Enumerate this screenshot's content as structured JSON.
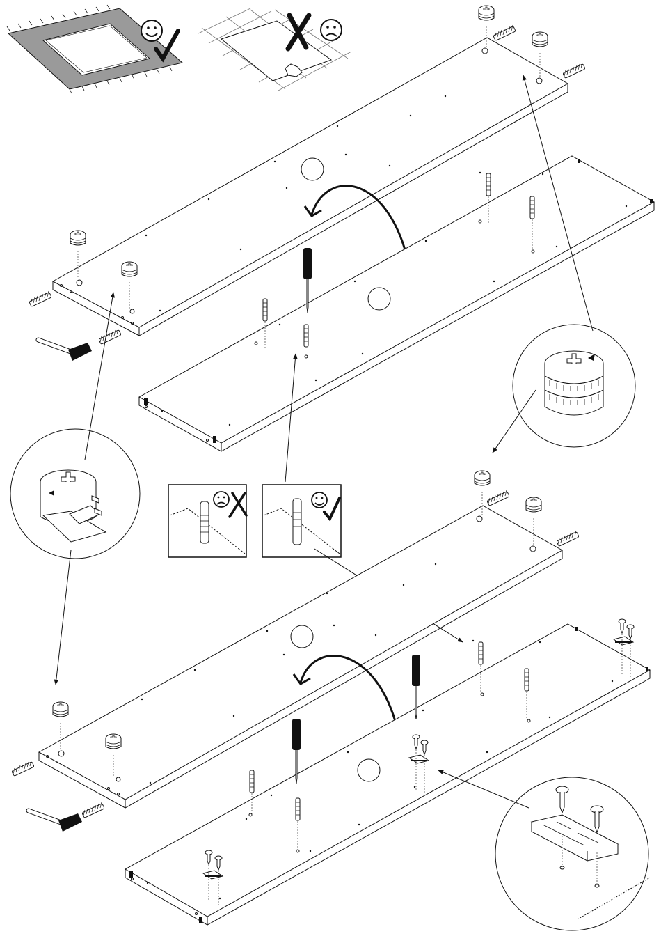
{
  "diagram": {
    "kind": "furniture-assembly-instruction",
    "text_labels": [],
    "colors": {
      "ink": "#111111",
      "rug": "#9a9a9a",
      "paper": "#ffffff"
    },
    "work_surface_tips": [
      {
        "name": "rug-ok",
        "verdict": "correct",
        "icon": "smiley-check-icon"
      },
      {
        "name": "hard-floor-bad",
        "verdict": "wrong",
        "icon": "frown-cross-icon"
      }
    ],
    "dowel_insertion_tips": [
      {
        "name": "dowel-wrong",
        "verdict": "wrong",
        "icon": "frown-cross-icon"
      },
      {
        "name": "dowel-right",
        "verdict": "correct",
        "icon": "smiley-check-icon"
      }
    ],
    "detail_callouts": [
      {
        "name": "cam-lock-detail-left",
        "shows": "cam-lock-fitting"
      },
      {
        "name": "cam-lock-detail-right",
        "shows": "cam-lock-fitting"
      },
      {
        "name": "hinge-plate-detail",
        "shows": "mounting-plate-with-screws"
      }
    ],
    "steps": [
      {
        "name": "step-top",
        "parts": [
          "cam-lock",
          "cam-bolt",
          "dowel",
          "screwdriver",
          "hammer"
        ]
      },
      {
        "name": "step-bottom",
        "parts": [
          "cam-lock",
          "cam-bolt",
          "dowel",
          "screwdriver",
          "hammer",
          "mounting-plate",
          "screw"
        ]
      }
    ]
  }
}
